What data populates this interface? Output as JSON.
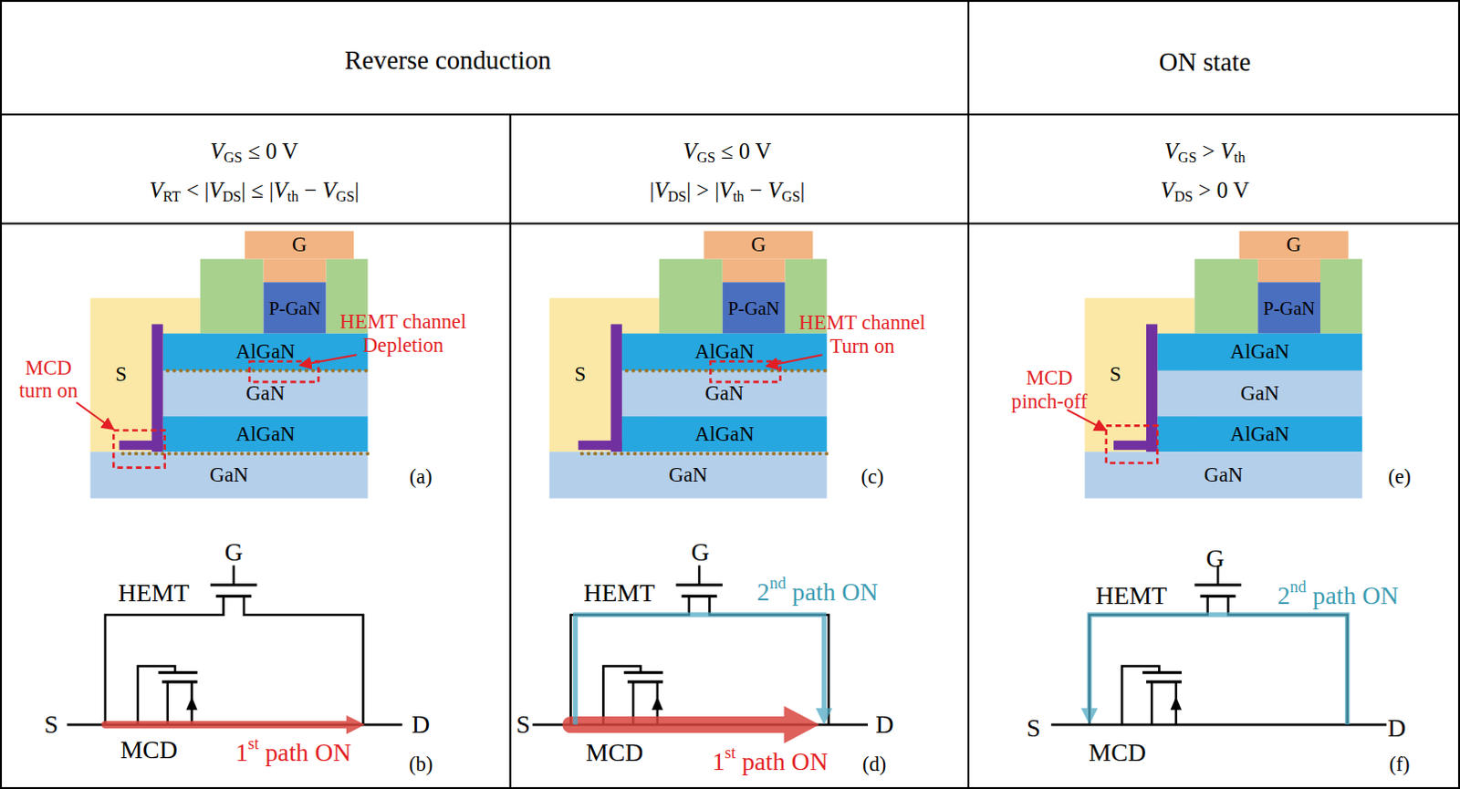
{
  "diagram": {
    "nodes": [
      {
        "text": [
          "G"
        ]
      },
      {
        "text": [
          "P-GaN"
        ]
      },
      {
        "text": [
          "S"
        ]
      },
      {
        "text": [
          "AlGaN"
        ]
      },
      {
        "text": [
          "GaN"
        ]
      },
      {
        "text": [
          "AlGaN"
        ]
      },
      {
        "text": [
          "GaN"
        ]
      },
      {
        "text": [
          "G"
        ]
      },
      {
        "text": [
          "P-GaN"
        ]
      },
      {
        "text": [
          "S"
        ]
      },
      {
        "text": [
          "AlGaN"
        ]
      },
      {
        "text": [
          "GaN"
        ]
      },
      {
        "text": [
          "AlGaN"
        ]
      },
      {
        "text": [
          "GaN"
        ]
      },
      {
        "text": [
          "G"
        ]
      },
      {
        "text": [
          "P-GaN"
        ]
      },
      {
        "text": [
          "S"
        ]
      },
      {
        "text": [
          "AlGaN"
        ]
      },
      {
        "text": [
          "GaN"
        ]
      },
      {
        "text": [
          "AlGaN"
        ]
      },
      {
        "text": [
          "GaN"
        ]
      }
    ],
    "labels": [
      "Reverse conduction",
      "ON state",
      "VGS ≤ 0 V",
      "VRT < |VDS| ≤ |Vth − VGS|",
      "VGS ≤ 0 V",
      "|VDS| > |Vth − VGS|",
      "VGS > Vth",
      "VDS > 0 V",
      "MCD turn on",
      "HEMT channel Depletion",
      "(a)",
      "HEMT channel Turn on",
      "(c)",
      "MCD pinch-off",
      "(e)",
      "G",
      "HEMT",
      "S",
      "D",
      "MCD",
      "1st path ON",
      "(b)",
      "G",
      "HEMT",
      "2nd path ON",
      "S",
      "D",
      "MCD",
      "1st path ON",
      "(d)",
      "G",
      "HEMT",
      "2nd path ON",
      "S",
      "D",
      "MCD",
      "(f)"
    ]
  }
}
